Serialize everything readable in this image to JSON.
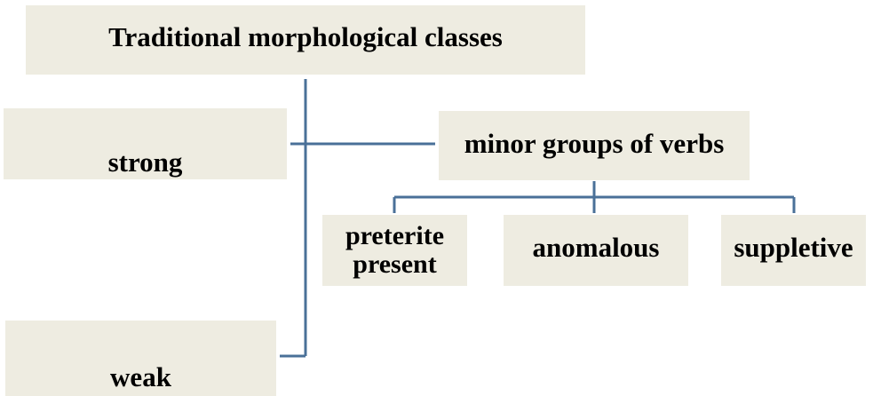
{
  "diagram": {
    "root": {
      "label": "Traditional morphological classes"
    },
    "classes": [
      {
        "label": "strong"
      },
      {
        "label": "weak"
      }
    ],
    "minor": {
      "label": "minor groups of verbs"
    },
    "subgroups": [
      {
        "label": "preterite present"
      },
      {
        "label": "anomalous"
      },
      {
        "label": "suppletive"
      }
    ]
  },
  "colors": {
    "box_fill": "#eeece1",
    "connector": "#4a7098",
    "text": "#000000"
  }
}
